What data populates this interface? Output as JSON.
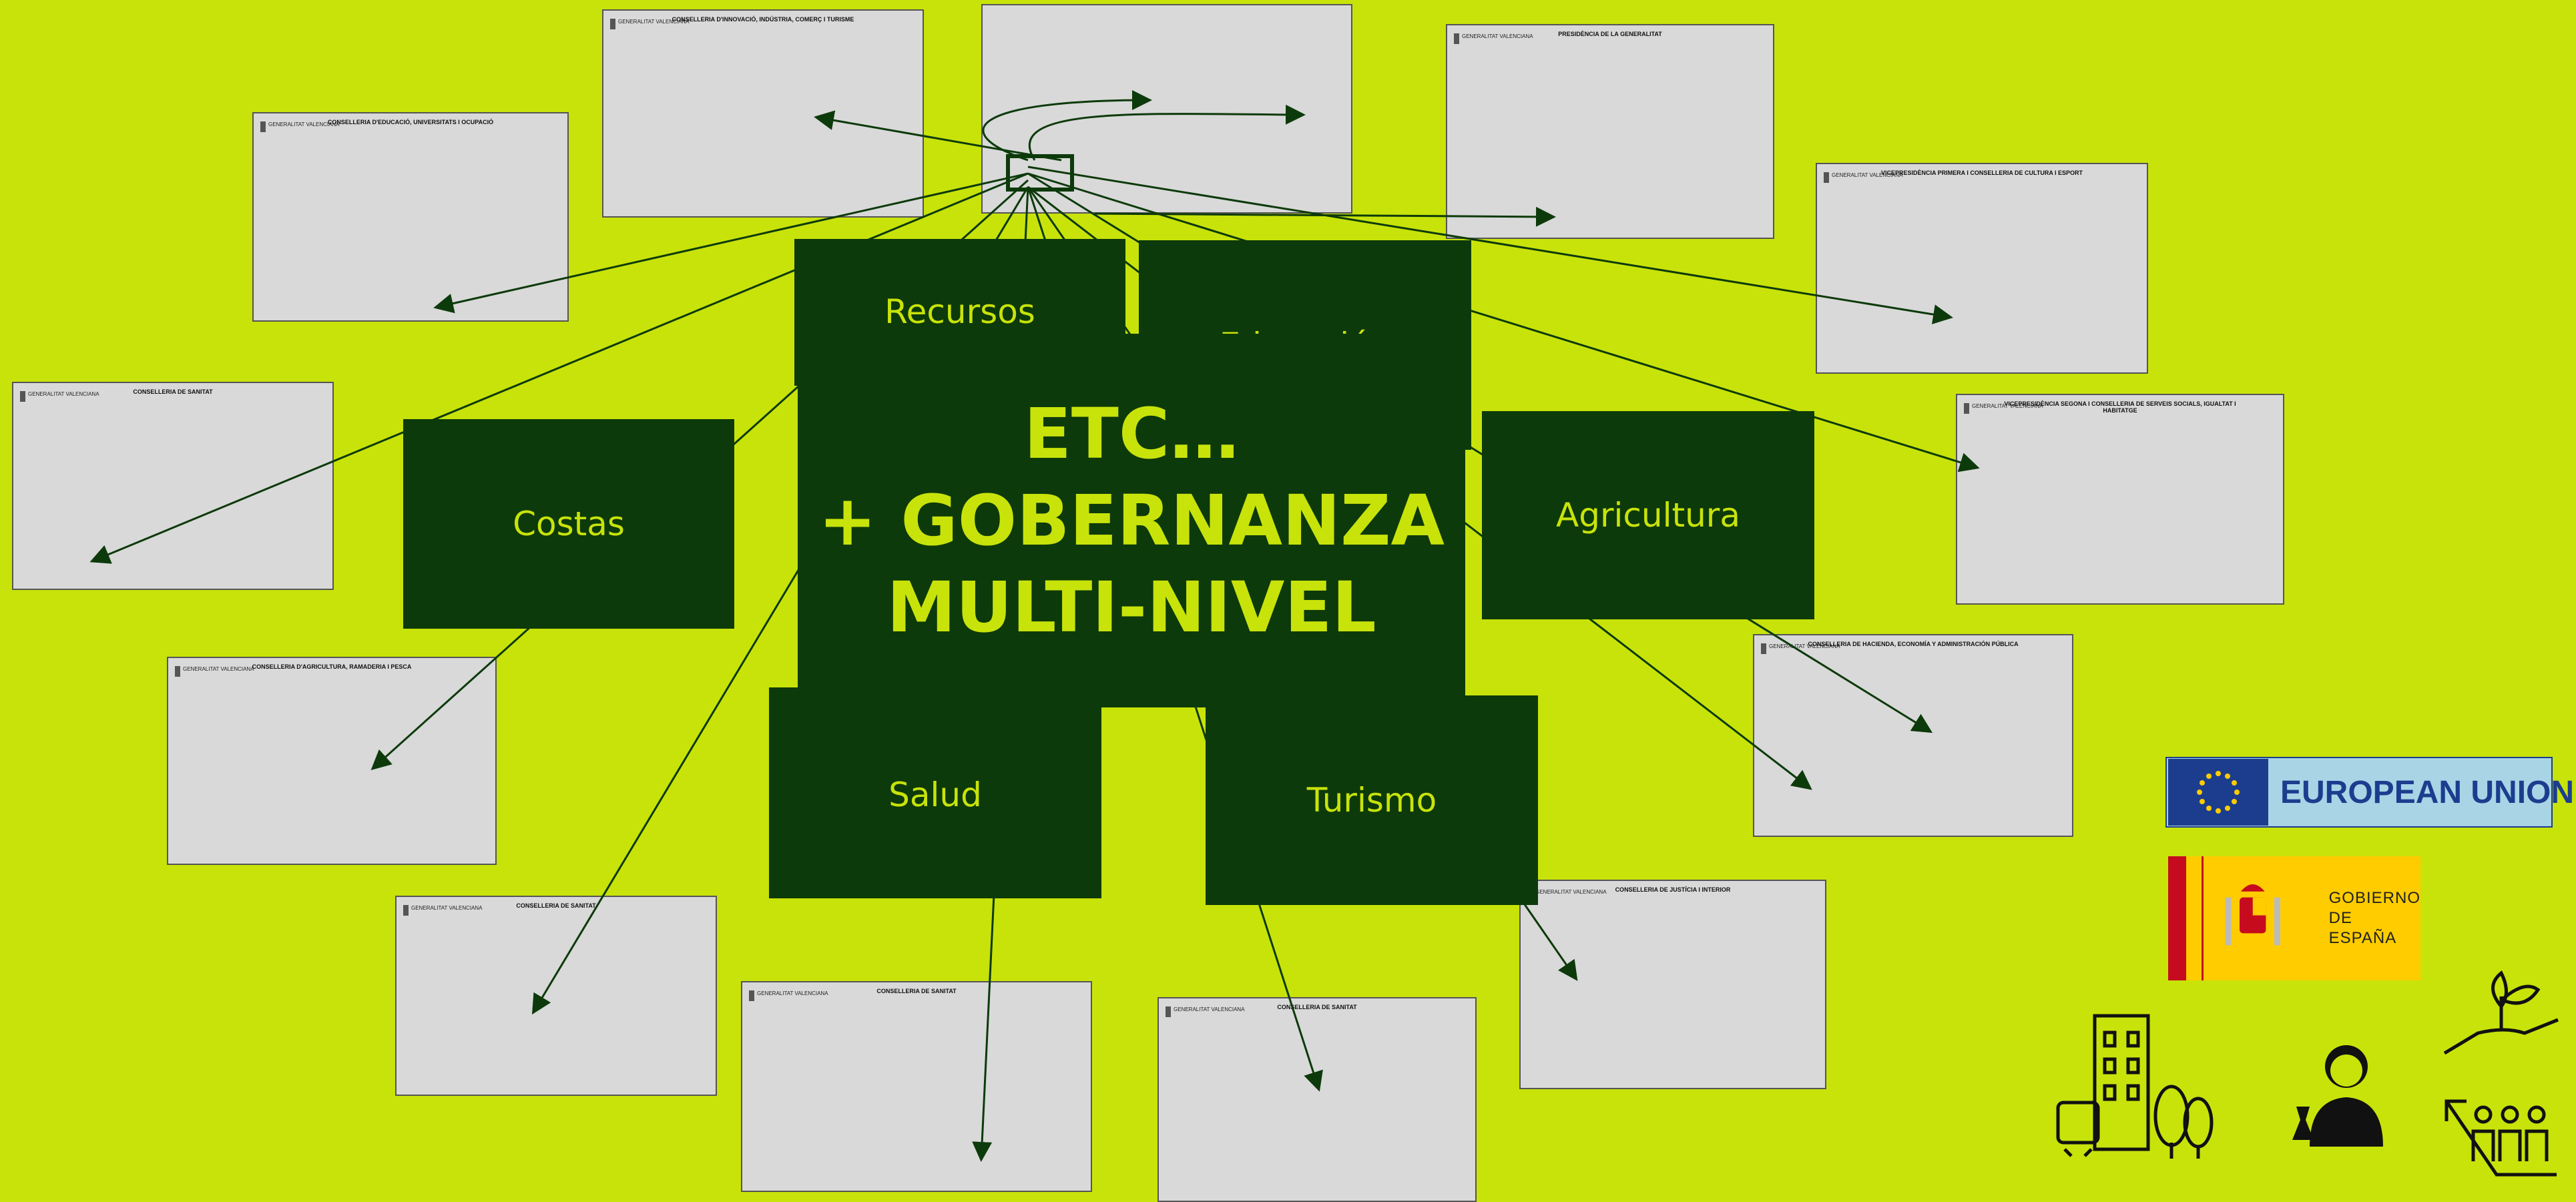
{
  "background_color": "#c8e30a",
  "tile_color": "#0d3a0b",
  "text_color": "#c8e30a",
  "central_box": {
    "line1": "ETC…",
    "line2": "+ GOBERNANZA",
    "line3": "MULTI-NIVEL"
  },
  "sector_tiles": {
    "recursos": "Recursos",
    "educacion": "Educación",
    "costas": "Costas",
    "agricultura": "Agricultura",
    "salud": "Salud",
    "turismo": "Turismo"
  },
  "org_chart_cards": {
    "brand": "GENERALITAT VALENCIANA",
    "innovacio": "CONSELLERIA D'INNOVACIÓ, INDÚSTRIA, COMERÇ I TURISME",
    "educacio": "CONSELLERIA D'EDUCACIÓ, UNIVERSITATS I OCUPACIÓ",
    "presidencia": "PRESIDÈNCIA DE LA GENERALITAT",
    "cultura": "VICEPRESIDÈNCIA PRIMERA I CONSELLERIA DE CULTURA I ESPORT",
    "serveis_socials": "VICEPRESIDÈNCIA SEGONA I CONSELLERIA DE SERVEIS SOCIALS, IGUALTAT I HABITATGE",
    "sanitat_1": "CONSELLERIA DE SANITAT",
    "agricultura": "CONSELLERIA D'AGRICULTURA, RAMADERIA I PESCA",
    "hisenda": "CONSELLERIA DE HACIENDA, ECONOMÍA Y ADMINISTRACIÓN PÚBLICA",
    "sanitat_2": "CONSELLERIA DE SANITAT",
    "sanitat_3": "CONSELLERIA DE SANITAT",
    "sanitat_4": "CONSELLERIA DE SANITAT",
    "justicia": "CONSELLERIA DE JUSTÍCIA I INTERIOR"
  },
  "logos": {
    "eu_label": "EUROPEAN UNION",
    "spain_line1": "GOBIERNO",
    "spain_line2": "DE ESPAÑA",
    "eu_blue": "#1c3d8e",
    "spain_red": "#c60b1e",
    "spain_yellow": "#ffcc00"
  },
  "icons": [
    "city-sustainability-icon",
    "scientist-icon",
    "plant-in-hand-icon",
    "community-growth-icon"
  ]
}
